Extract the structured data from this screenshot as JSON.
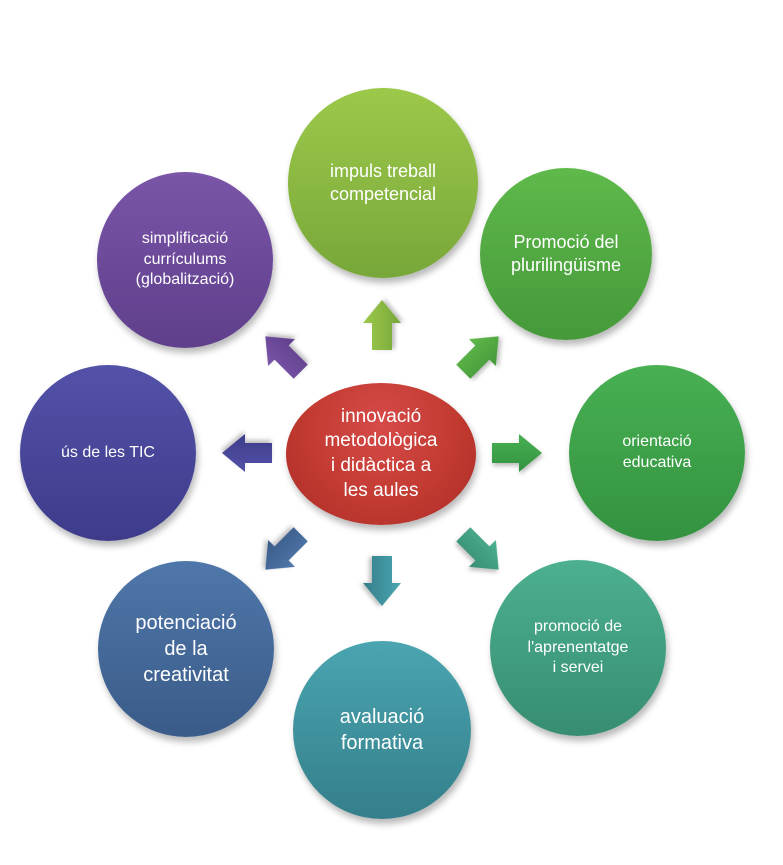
{
  "center": {
    "label": "innovació\nmetodològica\ni didàctica a\nles aules",
    "color": "#c0392f"
  },
  "nodes": [
    {
      "label": "impuls treball\ncompetencial",
      "color_top": "#9cc94a",
      "color_bottom": "#78a73a"
    },
    {
      "label": "Promoció del\nplurilingüisme",
      "color_top": "#5fb94a",
      "color_bottom": "#45993a"
    },
    {
      "label": "orientació\neducativa",
      "color_top": "#48b052",
      "color_bottom": "#339240"
    },
    {
      "label": "promoció de\nl'aprenentatge\ni servei",
      "color_top": "#4cb090",
      "color_bottom": "#378d72"
    },
    {
      "label": "avaluació\nformativa",
      "color_top": "#4aa5b0",
      "color_bottom": "#347f8b"
    },
    {
      "label": "potenciació\nde la\ncreativitat",
      "color_top": "#4f77aa",
      "color_bottom": "#3a5b88"
    },
    {
      "label": "ús de les TIC",
      "color_top": "#5352a8",
      "color_bottom": "#3d3b8a"
    },
    {
      "label": "simplificació\ncurrículums\n(globalització)",
      "color_top": "#7a55a8",
      "color_bottom": "#5f3f8c"
    }
  ]
}
